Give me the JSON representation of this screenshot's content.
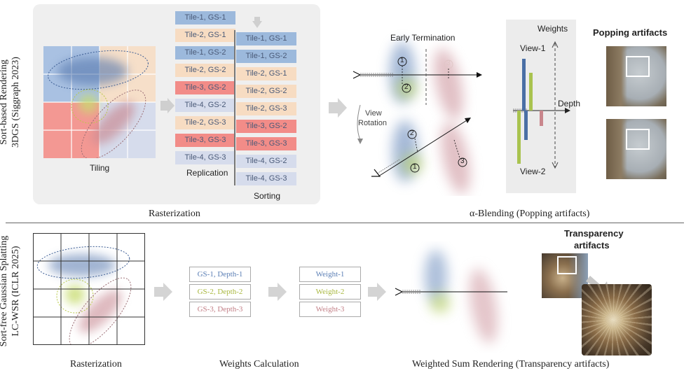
{
  "top": {
    "side_label_1": "Sort-based Rendering",
    "side_label_2": "3DGS (Siggraph 2023)",
    "tiling_label": "Tiling",
    "replication_label": "Replication",
    "sorting_label": "Sorting",
    "rasterization_label": "Rasterization",
    "alpha_blending_label": "α-Blending (Popping artifacts)",
    "early_termination_label": "Early Termination",
    "view_rotation_label_1": "View",
    "view_rotation_label_2": "Rotation",
    "weights_label": "Weights",
    "depth_label": "Depth",
    "view1_label": "View-1",
    "view2_label": "View-2",
    "popping_label": "Popping artifacts",
    "circle_1": "1",
    "circle_2": "2",
    "circle_3": "3",
    "replication_list": [
      {
        "text": "Tile-1, GS-1",
        "color": "#9cb9dc"
      },
      {
        "text": "Tile-2, GS-1",
        "color": "#f7dcc2"
      },
      {
        "text": "Tile-1, GS-2",
        "color": "#9cb9dc"
      },
      {
        "text": "Tile-2, GS-2",
        "color": "#f7dcc2"
      },
      {
        "text": "Tile-3, GS-2",
        "color": "#f28c88"
      },
      {
        "text": "Tile-4, GS-2",
        "color": "#d6dcec"
      },
      {
        "text": "Tile-2, GS-3",
        "color": "#f7dcc2"
      },
      {
        "text": "Tile-3, GS-3",
        "color": "#f28c88"
      },
      {
        "text": "Tile-4, GS-3",
        "color": "#d6dcec"
      }
    ],
    "sorting_list": [
      {
        "text": "Tile-1, GS-1",
        "color": "#9cb9dc"
      },
      {
        "text": "Tile-1, GS-2",
        "color": "#9cb9dc"
      },
      {
        "text": "Tile-2, GS-1",
        "color": "#f7dcc2"
      },
      {
        "text": "Tile-2, GS-2",
        "color": "#f7dcc2"
      },
      {
        "text": "Tile-2, GS-3",
        "color": "#f7dcc2"
      },
      {
        "text": "Tile-3, GS-2",
        "color": "#f28c88"
      },
      {
        "text": "Tile-3, GS-3",
        "color": "#f28c88"
      },
      {
        "text": "Tile-4, GS-2",
        "color": "#d6dcec"
      },
      {
        "text": "Tile-4, GS-3",
        "color": "#d6dcec"
      }
    ]
  },
  "bottom": {
    "side_label_1": "Sort-free Gaussian Splatting",
    "side_label_2": "LC-WSR (ICLR 2025)",
    "rasterization_label": "Rasterization",
    "weights_calc_label": "Weights Calculation",
    "weighted_sum_label": "Weighted Sum Rendering (Transparency artifacts)",
    "transparency_label_1": "Transparency",
    "transparency_label_2": "artifacts",
    "gs_boxes": [
      {
        "text": "GS-1, Depth-1",
        "color": "#5b7fb5"
      },
      {
        "text": "GS-2, Depth-2",
        "color": "#a9b840"
      },
      {
        "text": "GS-3, Depth-3",
        "color": "#c27f86"
      }
    ],
    "weight_boxes": [
      {
        "text": "Weight-1",
        "color": "#5b7fb5"
      },
      {
        "text": "Weight-2",
        "color": "#a9b840"
      },
      {
        "text": "Weight-3",
        "color": "#c27f86"
      }
    ]
  },
  "colors": {
    "blue": "#4a6fa5",
    "green": "#a9c34f",
    "pink": "#c9868c",
    "panel": "#efefef"
  }
}
